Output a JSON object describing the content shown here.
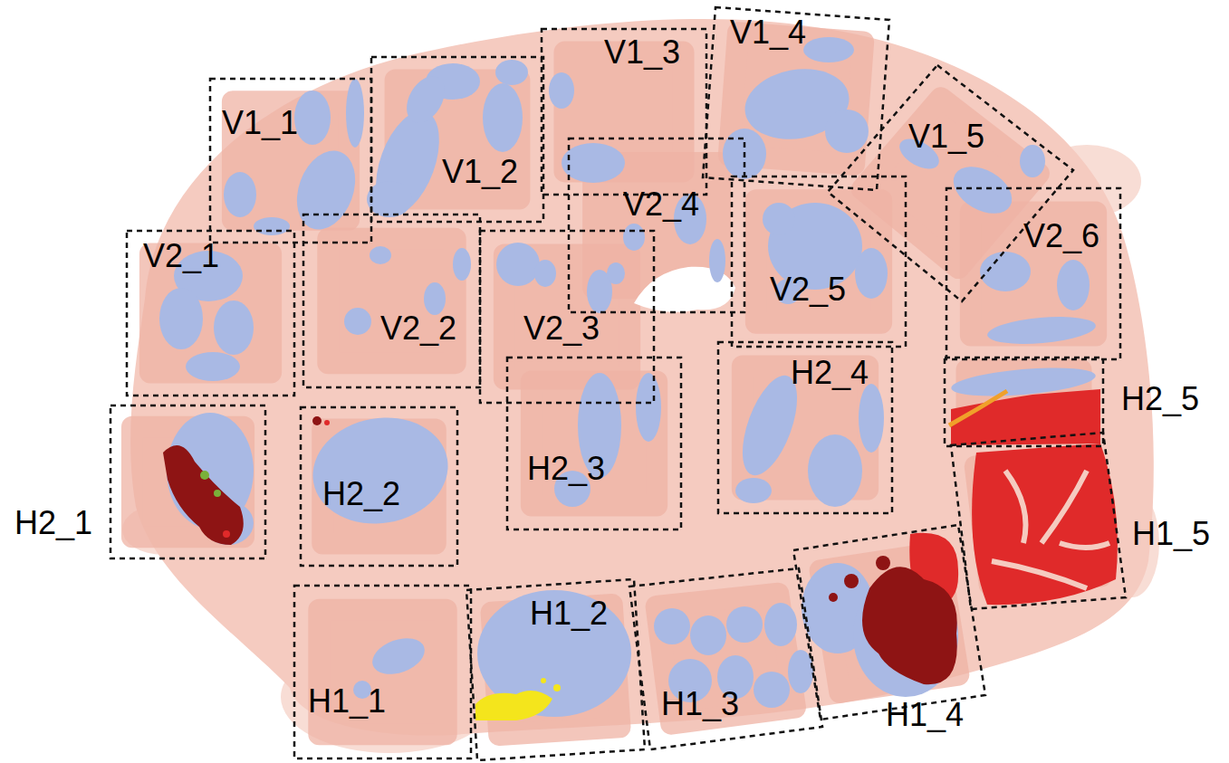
{
  "diagram": {
    "nodes": [
      {
        "text": [
          "V1_1"
        ]
      },
      {
        "text": [
          "V1_2"
        ]
      },
      {
        "text": [
          "V1_3"
        ]
      },
      {
        "text": [
          "V1_4"
        ]
      },
      {
        "text": [
          "V1_5"
        ]
      },
      {
        "text": [
          "V2_1"
        ]
      },
      {
        "text": [
          "V2_2"
        ]
      },
      {
        "text": [
          "V2_3"
        ]
      },
      {
        "text": [
          "V2_4"
        ]
      },
      {
        "text": [
          "V2_5"
        ]
      },
      {
        "text": [
          "V2_6"
        ]
      },
      {
        "text": [
          "H2_1"
        ]
      },
      {
        "text": [
          "H2_2"
        ]
      },
      {
        "text": [
          "H2_3"
        ]
      },
      {
        "text": [
          "H2_4"
        ]
      },
      {
        "text": [
          "H2_5"
        ]
      },
      {
        "text": [
          "H1_1"
        ]
      },
      {
        "text": [
          "H1_2"
        ]
      },
      {
        "text": [
          "H1_3"
        ]
      },
      {
        "text": [
          "H1_4"
        ]
      },
      {
        "text": [
          "H1_5"
        ]
      }
    ]
  }
}
